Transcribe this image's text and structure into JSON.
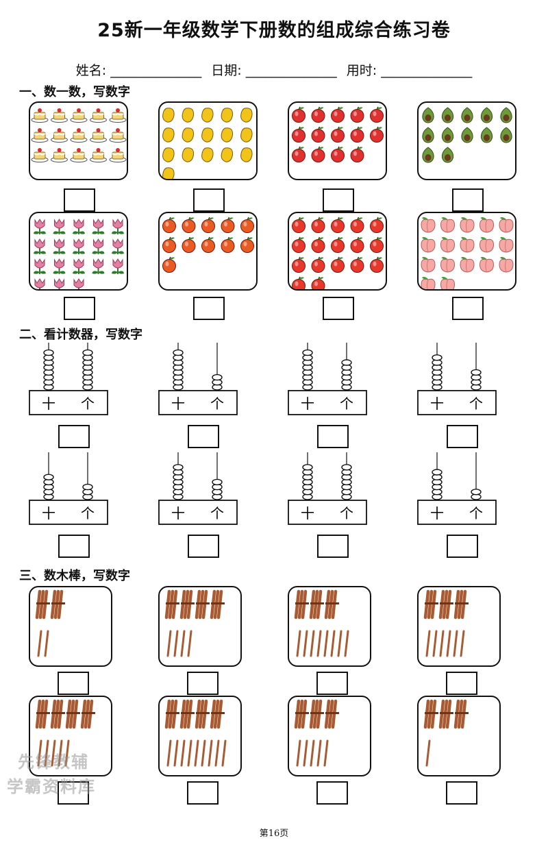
{
  "title": "25新一年级数学下册数的组成综合练习卷",
  "info": {
    "name_label": "姓名: ______________",
    "date_label": "日期: ______________",
    "time_label": "用时: ______________"
  },
  "sections": {
    "s1": "一、数一数，写数字",
    "s2": "二、看计数器，写数字",
    "s3": "三、数木棒，写数字"
  },
  "counting": [
    {
      "item": "cake",
      "count": 15
    },
    {
      "item": "mango",
      "count": 16
    },
    {
      "item": "apple",
      "count": 14
    },
    {
      "item": "avocado",
      "count": 12
    },
    {
      "item": "tulip",
      "count": 18
    },
    {
      "item": "orange",
      "count": 11
    },
    {
      "item": "tomato",
      "count": 17
    },
    {
      "item": "peach",
      "count": 17
    }
  ],
  "abacus": {
    "tens_label": "十",
    "ones_label": "个",
    "items": [
      {
        "tens": 8,
        "ones": 8
      },
      {
        "tens": 8,
        "ones": 3
      },
      {
        "tens": 8,
        "ones": 6
      },
      {
        "tens": 7,
        "ones": 4
      },
      {
        "tens": 5,
        "ones": 3
      },
      {
        "tens": 7,
        "ones": 4
      },
      {
        "tens": 7,
        "ones": 7
      },
      {
        "tens": 6,
        "ones": 2
      }
    ]
  },
  "sticks": [
    {
      "bundles": 2,
      "singles": 2
    },
    {
      "bundles": 4,
      "singles": 4
    },
    {
      "bundles": 3,
      "singles": 8
    },
    {
      "bundles": 3,
      "singles": 6
    },
    {
      "bundles": 4,
      "singles": 5
    },
    {
      "bundles": 4,
      "singles": 9
    },
    {
      "bundles": 3,
      "singles": 5
    },
    {
      "bundles": 3,
      "singles": 1
    }
  ],
  "watermark": {
    "line1": "先锋教辅",
    "line2": "学霸资料库"
  },
  "page_number": "第16页",
  "colors": {
    "stick": "#a85a32",
    "apple": "#e03030",
    "mango": "#f2c318",
    "avocado": "#6f9a3a",
    "tulip": "#e27fa2",
    "orange": "#ea5a23",
    "peach": "#f6a8a4"
  }
}
